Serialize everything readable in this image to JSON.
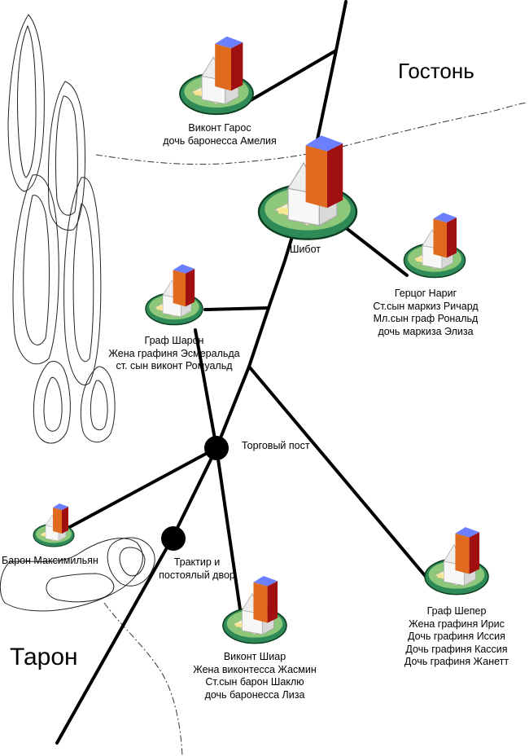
{
  "regions": {
    "goston": "Гостонь",
    "taron": "Тарон"
  },
  "places": {
    "viscount_garos": {
      "lines": [
        "Виконт Гарос",
        "дочь баронесса Амелия"
      ]
    },
    "shibot": {
      "lines": [
        "Шибот"
      ]
    },
    "duke_narig": {
      "lines": [
        "Герцог Нариг",
        "Ст.сын маркиз Ричард",
        "Мл.сын граф Рональд",
        "дочь маркиза Элиза"
      ]
    },
    "count_sharon": {
      "lines": [
        "Граф Шарон",
        "Жена графиня Эсмеральда",
        "ст. сын виконт Ромуальд"
      ]
    },
    "trading_post": {
      "lines": [
        "Торговый пост"
      ]
    },
    "baron_maximilian": {
      "lines": [
        "Барон Максимильян"
      ]
    },
    "tavern": {
      "lines": [
        "Трактир и",
        "постоялый двор"
      ]
    },
    "viscount_shiar": {
      "lines": [
        "Виконт Шиар",
        "Жена виконтесса Жасмин",
        "Ст.сын барон Шаклю",
        "дочь баронесса Лиза"
      ]
    },
    "count_sheper": {
      "lines": [
        "Граф Шепер",
        "Жена графиня Ирис",
        "Дочь графиня Иссия",
        "Дочь графиня Кассия",
        "Дочь графиня Жанетт"
      ]
    }
  },
  "icons": {
    "castle": "castle-icon",
    "waypoint": "waypoint-dot-icon"
  },
  "colors": {
    "grass": "#2e8b57",
    "tower_roof": "#6b7fff",
    "tower_wall": "#e06b1e",
    "tower_side": "#a01010",
    "road": "#000000"
  }
}
